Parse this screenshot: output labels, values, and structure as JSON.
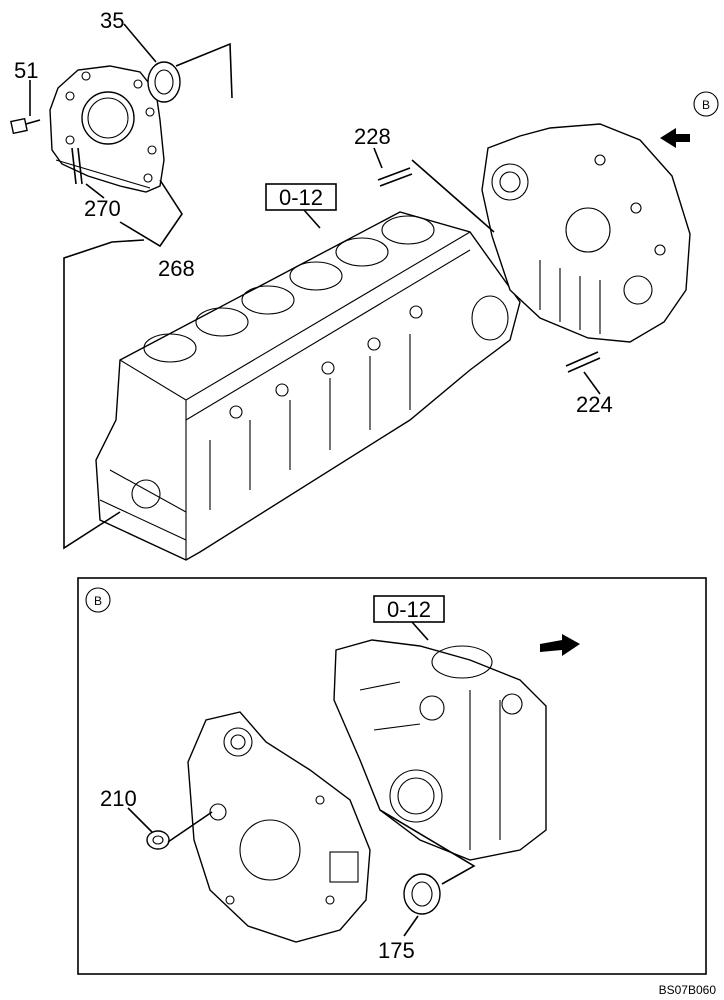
{
  "callouts": {
    "p35": "35",
    "p51": "51",
    "p270": "270",
    "p268": "268",
    "p228": "228",
    "p224": "224",
    "ref_top": "0-12",
    "ref_detail": "0-12",
    "view_top": "B",
    "view_detail": "B",
    "p210": "210",
    "p175": "175"
  },
  "footer": {
    "drawing_code": "BS07B060"
  }
}
